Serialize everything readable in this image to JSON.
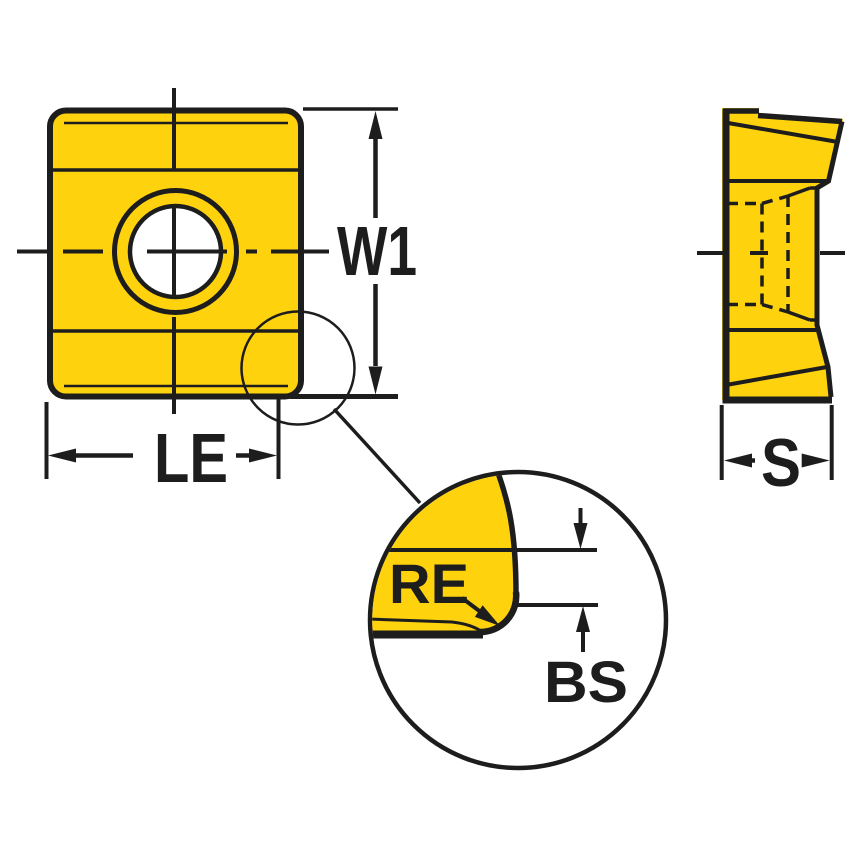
{
  "drawing": {
    "type": "technical-dimension-drawing",
    "subject": "square milling insert with corner-detail magnifier",
    "labels": {
      "width": "W1",
      "edge_length": "LE",
      "thickness": "S",
      "corner_radius": "RE",
      "wiper_edge": "BS"
    },
    "colors": {
      "insert": "#FFD20E",
      "ink": "#1D1D1D",
      "background": "#FFFFFF"
    }
  }
}
